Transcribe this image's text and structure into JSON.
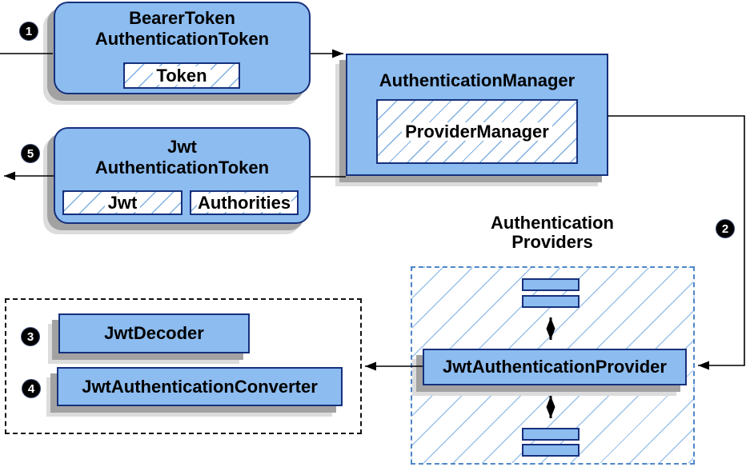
{
  "steps": {
    "s1": "1",
    "s2": "2",
    "s3": "3",
    "s4": "4",
    "s5": "5"
  },
  "nodes": {
    "bearer_token": {
      "title_line1": "BearerToken",
      "title_line2": "AuthenticationToken",
      "field_token": "Token"
    },
    "authentication_manager": {
      "title": "AuthenticationManager",
      "implementation": "ProviderManager"
    },
    "jwt_authentication_token": {
      "title_line1": "Jwt",
      "title_line2": "AuthenticationToken",
      "field_jwt": "Jwt",
      "field_authorities": "Authorities"
    },
    "authentication_providers": {
      "title_line1": "Authentication",
      "title_line2": "Providers"
    },
    "jwt_authentication_provider": {
      "title": "JwtAuthenticationProvider"
    },
    "jwt_decoder": {
      "title": "JwtDecoder"
    },
    "jwt_authentication_converter": {
      "title": "JwtAuthenticationConverter"
    }
  },
  "colors": {
    "node_fill": "#8CBCF0",
    "node_border": "#17307C",
    "hatch_line": "#7FB0E2",
    "hatch_line_lg": "#9CC2EA",
    "container_dash": "#4E86C8",
    "black_dash": "#111111",
    "shadow_dark": "#A2A2A2",
    "shadow_light": "#DCDCDC",
    "edge_color": "#000000",
    "badge_bg": "#000000",
    "badge_text": "#FFFFFF"
  }
}
